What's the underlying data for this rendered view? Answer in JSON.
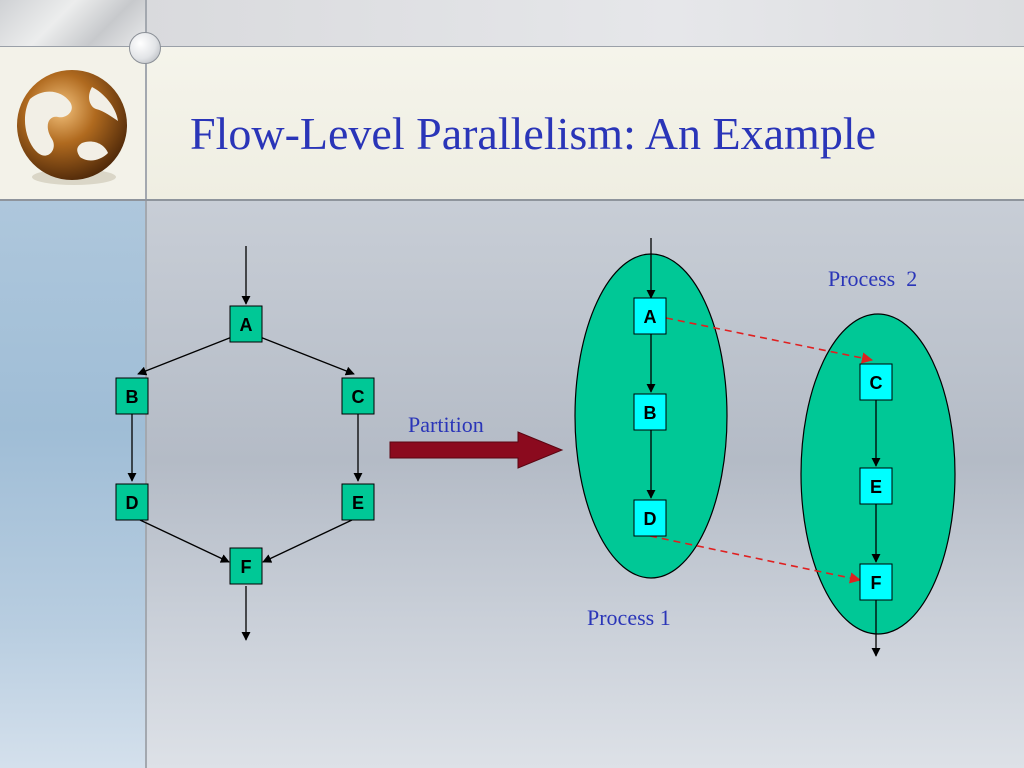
{
  "title": "Flow-Level Parallelism: An Example",
  "partition_label": "Partition",
  "process1_label": "Process 1",
  "process2_label": "Process  2",
  "left_graph": {
    "nodes": [
      "A",
      "B",
      "C",
      "D",
      "E",
      "F"
    ]
  },
  "process1": {
    "nodes": [
      "A",
      "B",
      "D"
    ]
  },
  "process2": {
    "nodes": [
      "C",
      "E",
      "F"
    ]
  },
  "colors": {
    "title": "#2a35b8",
    "text_blue": "#2a35b8",
    "node_green": "#00c896",
    "node_cyan": "#00ffff",
    "ellipse_green": "#00c896",
    "arrow_red": "#8b0a1e",
    "dashed_red": "#e02020"
  }
}
